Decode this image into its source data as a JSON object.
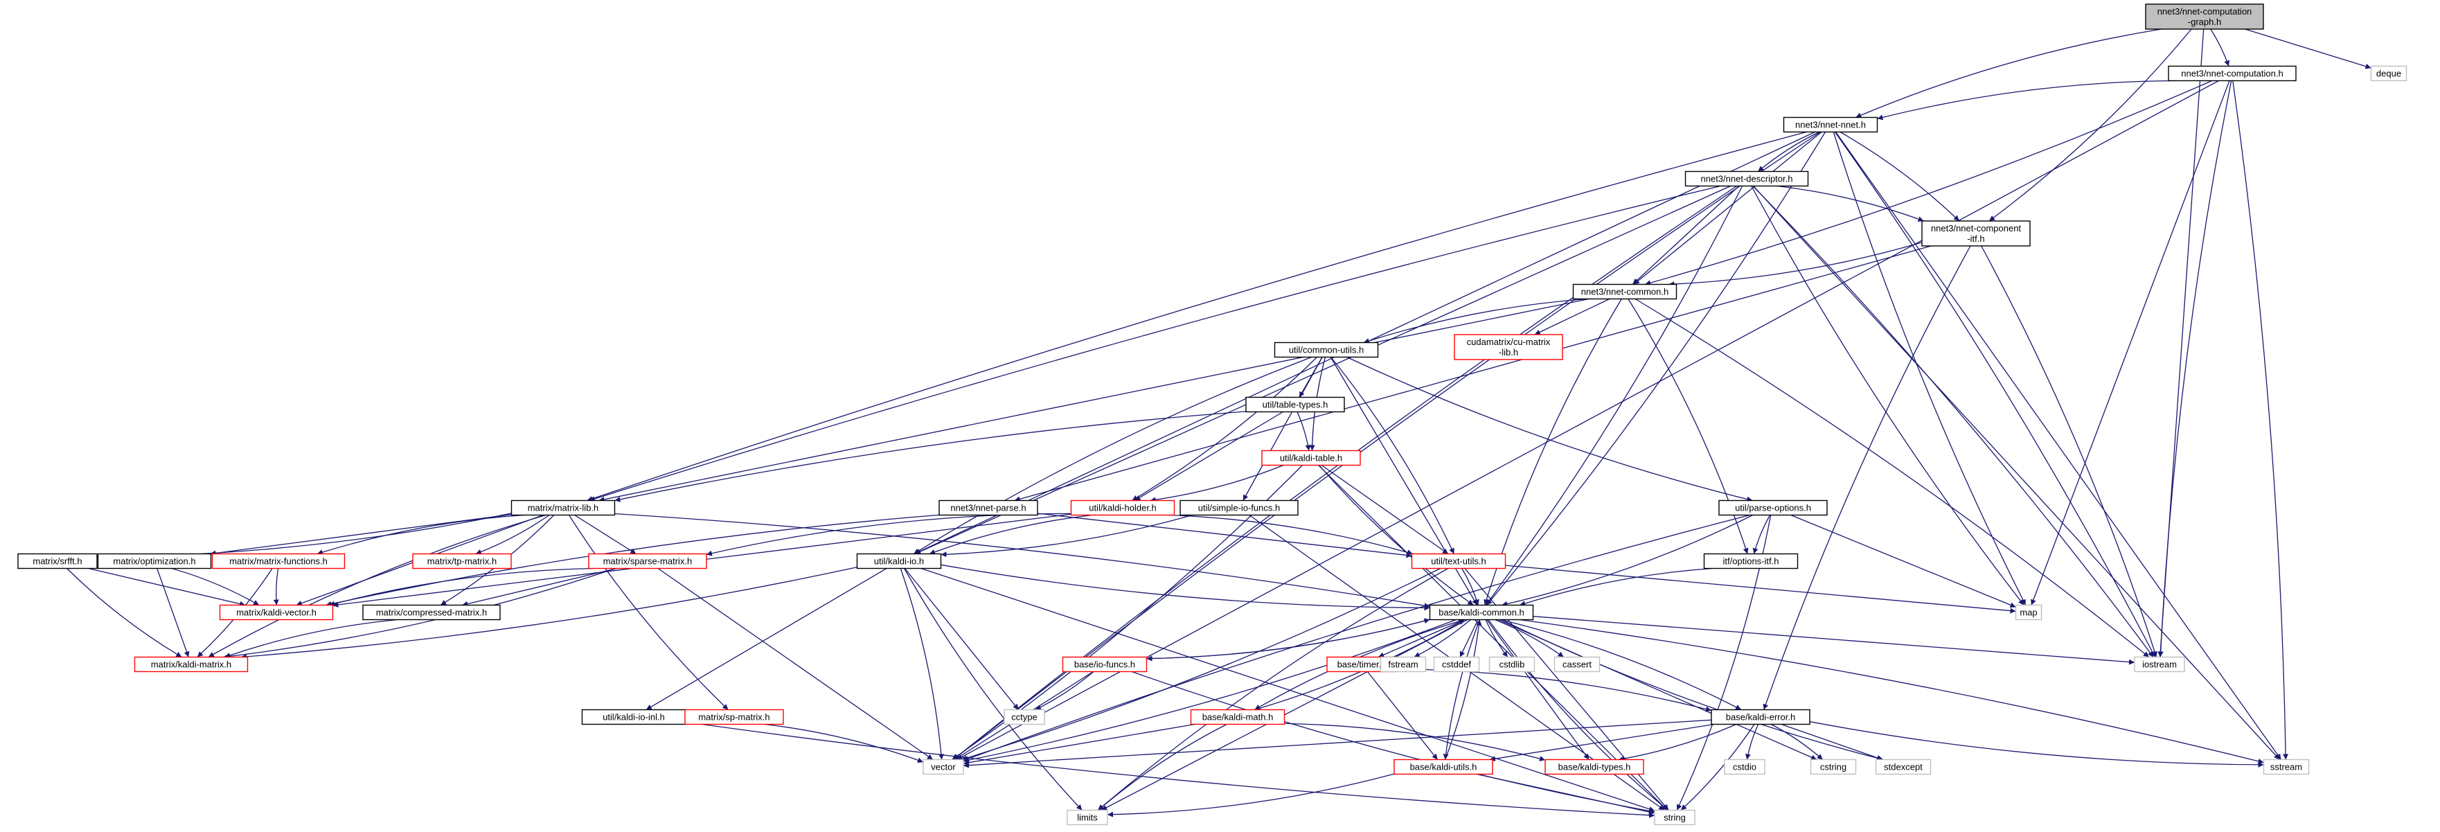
{
  "graph": {
    "colors": {
      "edge": "#191970",
      "root_fill": "#bfbfbf",
      "root_border": "#000000",
      "documented_border": "#000000",
      "linked_border": "#ff0000",
      "external_border": "#bfbfbf",
      "text": "#000000"
    },
    "nodes": [
      {
        "id": "root",
        "label": [
          "nnet3/nnet-computation",
          "-graph.h"
        ],
        "style": "root"
      },
      {
        "id": "nnet_computation",
        "label": [
          "nnet3/nnet-computation.h"
        ],
        "style": "documented"
      },
      {
        "id": "deque",
        "label": [
          "deque"
        ],
        "style": "external"
      },
      {
        "id": "nnet_nnet",
        "label": [
          "nnet3/nnet-nnet.h"
        ],
        "style": "documented"
      },
      {
        "id": "nnet_descriptor",
        "label": [
          "nnet3/nnet-descriptor.h"
        ],
        "style": "documented"
      },
      {
        "id": "nnet_component_itf",
        "label": [
          "nnet3/nnet-component",
          "-itf.h"
        ],
        "style": "documented"
      },
      {
        "id": "nnet_common",
        "label": [
          "nnet3/nnet-common.h"
        ],
        "style": "documented"
      },
      {
        "id": "cu_matrix_lib",
        "label": [
          "cudamatrix/cu-matrix",
          "-lib.h"
        ],
        "style": "linked"
      },
      {
        "id": "common_utils",
        "label": [
          "util/common-utils.h"
        ],
        "style": "documented"
      },
      {
        "id": "table_types",
        "label": [
          "util/table-types.h"
        ],
        "style": "documented"
      },
      {
        "id": "kaldi_table",
        "label": [
          "util/kaldi-table.h"
        ],
        "style": "linked"
      },
      {
        "id": "matrix_lib",
        "label": [
          "matrix/matrix-lib.h"
        ],
        "style": "documented"
      },
      {
        "id": "nnet_parse",
        "label": [
          "nnet3/nnet-parse.h"
        ],
        "style": "documented"
      },
      {
        "id": "kaldi_holder",
        "label": [
          "util/kaldi-holder.h"
        ],
        "style": "linked"
      },
      {
        "id": "simple_io_funcs",
        "label": [
          "util/simple-io-funcs.h"
        ],
        "style": "documented"
      },
      {
        "id": "parse_options",
        "label": [
          "util/parse-options.h"
        ],
        "style": "documented"
      },
      {
        "id": "srfft",
        "label": [
          "matrix/srfft.h"
        ],
        "style": "documented"
      },
      {
        "id": "optimization",
        "label": [
          "matrix/optimization.h"
        ],
        "style": "documented"
      },
      {
        "id": "matrix_functions",
        "label": [
          "matrix/matrix-functions.h"
        ],
        "style": "linked"
      },
      {
        "id": "tp_matrix",
        "label": [
          "matrix/tp-matrix.h"
        ],
        "style": "linked"
      },
      {
        "id": "sparse_matrix",
        "label": [
          "matrix/sparse-matrix.h"
        ],
        "style": "linked"
      },
      {
        "id": "kaldi_io",
        "label": [
          "util/kaldi-io.h"
        ],
        "style": "documented"
      },
      {
        "id": "text_utils",
        "label": [
          "util/text-utils.h"
        ],
        "style": "linked"
      },
      {
        "id": "itf_options",
        "label": [
          "itf/options-itf.h"
        ],
        "style": "documented"
      },
      {
        "id": "kaldi_vector",
        "label": [
          "matrix/kaldi-vector.h"
        ],
        "style": "linked"
      },
      {
        "id": "compressed_matrix",
        "label": [
          "matrix/compressed-matrix.h"
        ],
        "style": "documented"
      },
      {
        "id": "kaldi_common",
        "label": [
          "base/kaldi-common.h"
        ],
        "style": "documented"
      },
      {
        "id": "map",
        "label": [
          "map"
        ],
        "style": "external"
      },
      {
        "id": "kaldi_matrix",
        "label": [
          "matrix/kaldi-matrix.h"
        ],
        "style": "linked"
      },
      {
        "id": "io_funcs",
        "label": [
          "base/io-funcs.h"
        ],
        "style": "linked"
      },
      {
        "id": "timer",
        "label": [
          "base/timer.h"
        ],
        "style": "linked"
      },
      {
        "id": "fstream",
        "label": [
          "fstream"
        ],
        "style": "external"
      },
      {
        "id": "cstddef",
        "label": [
          "cstddef"
        ],
        "style": "external"
      },
      {
        "id": "cstdlib",
        "label": [
          "cstdlib"
        ],
        "style": "external"
      },
      {
        "id": "cassert",
        "label": [
          "cassert"
        ],
        "style": "external"
      },
      {
        "id": "iostream",
        "label": [
          "iostream"
        ],
        "style": "external"
      },
      {
        "id": "kaldi_io_inl",
        "label": [
          "util/kaldi-io-inl.h"
        ],
        "style": "documented"
      },
      {
        "id": "sp_matrix",
        "label": [
          "matrix/sp-matrix.h"
        ],
        "style": "linked"
      },
      {
        "id": "cctype",
        "label": [
          "cctype"
        ],
        "style": "external"
      },
      {
        "id": "kaldi_math",
        "label": [
          "base/kaldi-math.h"
        ],
        "style": "linked"
      },
      {
        "id": "kaldi_error",
        "label": [
          "base/kaldi-error.h"
        ],
        "style": "documented"
      },
      {
        "id": "vector",
        "label": [
          "vector"
        ],
        "style": "external"
      },
      {
        "id": "kaldi_types",
        "label": [
          "base/kaldi-types.h"
        ],
        "style": "linked"
      },
      {
        "id": "kaldi_utils",
        "label": [
          "base/kaldi-utils.h"
        ],
        "style": "linked"
      },
      {
        "id": "cstdio",
        "label": [
          "cstdio"
        ],
        "style": "external"
      },
      {
        "id": "cstring",
        "label": [
          "cstring"
        ],
        "style": "external"
      },
      {
        "id": "stdexcept",
        "label": [
          "stdexcept"
        ],
        "style": "external"
      },
      {
        "id": "sstream",
        "label": [
          "sstream"
        ],
        "style": "external"
      },
      {
        "id": "limits",
        "label": [
          "limits"
        ],
        "style": "external"
      },
      {
        "id": "string",
        "label": [
          "string"
        ],
        "style": "external"
      }
    ],
    "edges": [
      [
        "root",
        "nnet_computation"
      ],
      [
        "root",
        "deque"
      ],
      [
        "root",
        "nnet_nnet"
      ],
      [
        "root",
        "nnet_component_itf"
      ],
      [
        "root",
        "iostream"
      ],
      [
        "nnet_computation",
        "nnet_nnet"
      ],
      [
        "nnet_computation",
        "nnet_common"
      ],
      [
        "nnet_computation",
        "map"
      ],
      [
        "nnet_computation",
        "iostream"
      ],
      [
        "nnet_computation",
        "sstream"
      ],
      [
        "nnet_computation",
        "vector"
      ],
      [
        "nnet_nnet",
        "nnet_descriptor"
      ],
      [
        "nnet_nnet",
        "nnet_component_itf"
      ],
      [
        "nnet_nnet",
        "nnet_common"
      ],
      [
        "nnet_nnet",
        "matrix_lib"
      ],
      [
        "nnet_nnet",
        "kaldi_common"
      ],
      [
        "nnet_nnet",
        "kaldi_io"
      ],
      [
        "nnet_nnet",
        "map"
      ],
      [
        "nnet_nnet",
        "iostream"
      ],
      [
        "nnet_nnet",
        "sstream"
      ],
      [
        "nnet_nnet",
        "vector"
      ],
      [
        "nnet_descriptor",
        "nnet_component_itf"
      ],
      [
        "nnet_descriptor",
        "nnet_common"
      ],
      [
        "nnet_descriptor",
        "matrix_lib"
      ],
      [
        "nnet_descriptor",
        "kaldi_common"
      ],
      [
        "nnet_descriptor",
        "kaldi_io"
      ],
      [
        "nnet_descriptor",
        "map"
      ],
      [
        "nnet_descriptor",
        "iostream"
      ],
      [
        "nnet_descriptor",
        "sstream"
      ],
      [
        "nnet_descriptor",
        "vector"
      ],
      [
        "nnet_component_itf",
        "nnet_common"
      ],
      [
        "nnet_component_itf",
        "nnet_parse"
      ],
      [
        "nnet_component_itf",
        "kaldi_error"
      ],
      [
        "nnet_component_itf",
        "iostream"
      ],
      [
        "nnet_common",
        "cu_matrix_lib"
      ],
      [
        "nnet_common",
        "common_utils"
      ],
      [
        "nnet_common",
        "itf_options"
      ],
      [
        "nnet_common",
        "matrix_lib"
      ],
      [
        "nnet_common",
        "kaldi_common"
      ],
      [
        "nnet_common",
        "iostream"
      ],
      [
        "common_utils",
        "table_types"
      ],
      [
        "common_utils",
        "kaldi_table"
      ],
      [
        "common_utils",
        "kaldi_holder"
      ],
      [
        "common_utils",
        "simple_io_funcs"
      ],
      [
        "common_utils",
        "parse_options"
      ],
      [
        "common_utils",
        "text_utils"
      ],
      [
        "common_utils",
        "kaldi_common"
      ],
      [
        "common_utils",
        "kaldi_io"
      ],
      [
        "table_types",
        "kaldi_table"
      ],
      [
        "table_types",
        "kaldi_holder"
      ],
      [
        "table_types",
        "matrix_lib"
      ],
      [
        "kaldi_table",
        "kaldi_holder"
      ],
      [
        "kaldi_table",
        "text_utils"
      ],
      [
        "kaldi_table",
        "kaldi_common"
      ],
      [
        "kaldi_table",
        "vector"
      ],
      [
        "kaldi_table",
        "string"
      ],
      [
        "kaldi_holder",
        "kaldi_io"
      ],
      [
        "kaldi_holder",
        "text_utils"
      ],
      [
        "kaldi_holder",
        "kaldi_vector"
      ],
      [
        "kaldi_holder",
        "sparse_matrix"
      ],
      [
        "simple_io_funcs",
        "kaldi_io"
      ],
      [
        "simple_io_funcs",
        "string"
      ],
      [
        "parse_options",
        "itf_options"
      ],
      [
        "parse_options",
        "kaldi_common"
      ],
      [
        "parse_options",
        "map"
      ],
      [
        "parse_options",
        "vector"
      ],
      [
        "parse_options",
        "string"
      ],
      [
        "nnet_parse",
        "text_utils"
      ],
      [
        "nnet_parse",
        "kaldi_vector"
      ],
      [
        "matrix_lib",
        "srfft"
      ],
      [
        "matrix_lib",
        "optimization"
      ],
      [
        "matrix_lib",
        "matrix_functions"
      ],
      [
        "matrix_lib",
        "tp_matrix"
      ],
      [
        "matrix_lib",
        "sparse_matrix"
      ],
      [
        "matrix_lib",
        "sp_matrix"
      ],
      [
        "matrix_lib",
        "compressed_matrix"
      ],
      [
        "matrix_lib",
        "kaldi_vector"
      ],
      [
        "matrix_lib",
        "kaldi_matrix"
      ],
      [
        "matrix_lib",
        "kaldi_common"
      ],
      [
        "srfft",
        "kaldi_vector"
      ],
      [
        "srfft",
        "kaldi_matrix"
      ],
      [
        "optimization",
        "kaldi_vector"
      ],
      [
        "optimization",
        "kaldi_matrix"
      ],
      [
        "matrix_functions",
        "kaldi_vector"
      ],
      [
        "matrix_functions",
        "kaldi_matrix"
      ],
      [
        "sparse_matrix",
        "compressed_matrix"
      ],
      [
        "sparse_matrix",
        "kaldi_vector"
      ],
      [
        "sparse_matrix",
        "kaldi_matrix"
      ],
      [
        "sparse_matrix",
        "vector"
      ],
      [
        "compressed_matrix",
        "kaldi_matrix"
      ],
      [
        "sp_matrix",
        "vector"
      ],
      [
        "kaldi_io",
        "kaldi_io_inl"
      ],
      [
        "kaldi_io",
        "kaldi_common"
      ],
      [
        "kaldi_io",
        "kaldi_matrix"
      ],
      [
        "kaldi_io",
        "cctype"
      ],
      [
        "kaldi_io",
        "limits"
      ],
      [
        "kaldi_io",
        "vector"
      ],
      [
        "kaldi_io",
        "string"
      ],
      [
        "kaldi_io_inl",
        "string"
      ],
      [
        "text_utils",
        "kaldi_common"
      ],
      [
        "text_utils",
        "map"
      ],
      [
        "text_utils",
        "limits"
      ],
      [
        "text_utils",
        "vector"
      ],
      [
        "text_utils",
        "string"
      ],
      [
        "itf_options",
        "kaldi_common"
      ],
      [
        "kaldi_common",
        "io_funcs"
      ],
      [
        "kaldi_common",
        "timer"
      ],
      [
        "kaldi_common",
        "kaldi_math"
      ],
      [
        "kaldi_common",
        "kaldi_error"
      ],
      [
        "kaldi_common",
        "kaldi_types"
      ],
      [
        "kaldi_common",
        "kaldi_utils"
      ],
      [
        "kaldi_common",
        "fstream"
      ],
      [
        "kaldi_common",
        "cstddef"
      ],
      [
        "kaldi_common",
        "cstdlib"
      ],
      [
        "kaldi_common",
        "cassert"
      ],
      [
        "kaldi_common",
        "iostream"
      ],
      [
        "kaldi_common",
        "stdexcept"
      ],
      [
        "kaldi_common",
        "sstream"
      ],
      [
        "kaldi_common",
        "cstring"
      ],
      [
        "kaldi_common",
        "string"
      ],
      [
        "kaldi_common",
        "vector"
      ],
      [
        "kaldi_common",
        "limits"
      ],
      [
        "io_funcs",
        "kaldi_common"
      ],
      [
        "io_funcs",
        "cctype"
      ],
      [
        "io_funcs",
        "vector"
      ],
      [
        "io_funcs",
        "string"
      ],
      [
        "timer",
        "kaldi_error"
      ],
      [
        "timer",
        "kaldi_utils"
      ],
      [
        "kaldi_math",
        "kaldi_common"
      ],
      [
        "kaldi_math",
        "kaldi_types"
      ],
      [
        "kaldi_math",
        "vector"
      ],
      [
        "kaldi_math",
        "limits"
      ],
      [
        "kaldi_error",
        "kaldi_types"
      ],
      [
        "kaldi_error",
        "kaldi_utils"
      ],
      [
        "kaldi_error",
        "cstdio"
      ],
      [
        "kaldi_error",
        "cstring"
      ],
      [
        "kaldi_error",
        "stdexcept"
      ],
      [
        "kaldi_error",
        "sstream"
      ],
      [
        "kaldi_error",
        "string"
      ],
      [
        "kaldi_error",
        "vector"
      ],
      [
        "kaldi_utils",
        "kaldi_common"
      ],
      [
        "kaldi_utils",
        "limits"
      ],
      [
        "kaldi_utils",
        "string"
      ]
    ]
  }
}
